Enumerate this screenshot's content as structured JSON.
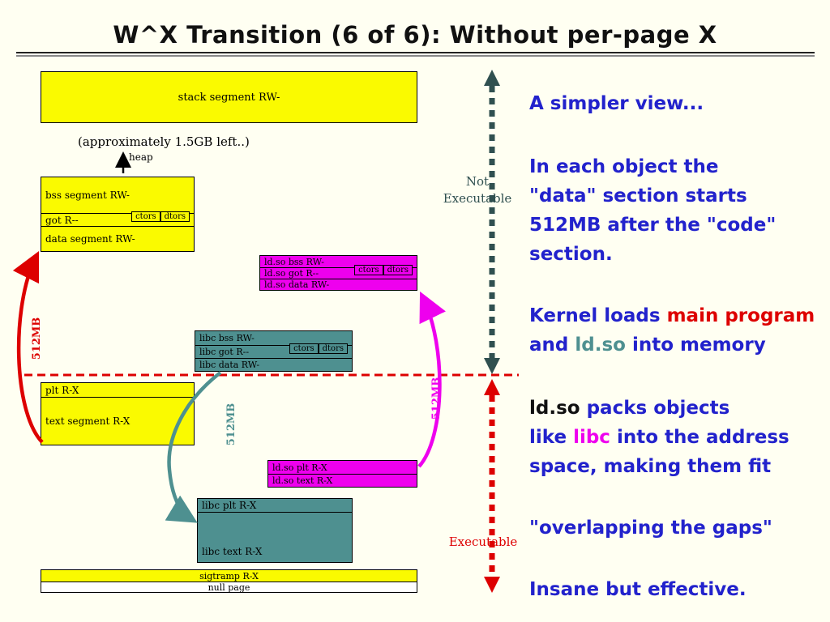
{
  "slide": {
    "title": "W^X Transition (6 of 6): Without per-page X"
  },
  "diagram": {
    "stack_label": "stack segment RW-",
    "free_space_label": "(approximately 1.5GB left..)",
    "heap_label": "heap",
    "main_data": {
      "bss": "bss segment RW-",
      "got": "got R--",
      "ctors": "ctors",
      "dtors": "dtors",
      "data": "data segment RW-"
    },
    "ldso_data": {
      "bss": "ld.so bss RW-",
      "got": "ld.so got R--",
      "ctors": "ctors",
      "dtors": "dtors",
      "data": "ld.so data RW-"
    },
    "libc_data": {
      "bss": "libc bss RW-",
      "got": "libc got R--",
      "ctors": "ctors",
      "dtors": "dtors",
      "data": "libc data RW-"
    },
    "main_text": {
      "plt": "plt R-X",
      "text": "text segment R-X"
    },
    "ldso_text": {
      "plt": "ld.so plt R-X",
      "text": "ld.so text R-X"
    },
    "libc_text": {
      "plt": "libc plt R-X",
      "text": "libc text R-X"
    },
    "sigtramp_label": "sigtramp R-X",
    "null_page_label": "null page",
    "not_label": "Not",
    "not_executable_label": "Executable",
    "executable_label": "Executable",
    "size_512": "512MB"
  },
  "notes": {
    "simpler": "A simpler view...",
    "p2_l1": "In each object the",
    "p2_l2": "\"data\" section starts",
    "p2_l3": "512MB after the \"code\"",
    "p2_l4": "section.",
    "p3_l1a": "Kernel loads ",
    "p3_l1b": "main program",
    "p3_l2a": "and ",
    "p3_l2b": "ld.so",
    "p3_l2c": " into memory",
    "p4_l1a": "ld.so",
    "p4_l1b": " packs objects",
    "p4_l2a": "like ",
    "p4_l2b": "libc",
    "p4_l2c": " into the address",
    "p4_l3": "space, making them fit",
    "p5": "\"overlapping the gaps\"",
    "p6": "Insane but effective."
  },
  "colors": {
    "yellow": "#fafa00",
    "magenta": "#ee00ee",
    "teal": "#4e9090",
    "blue": "#2222cc",
    "red": "#dd0000",
    "slate": "#305050",
    "bg": "#fffff2"
  }
}
